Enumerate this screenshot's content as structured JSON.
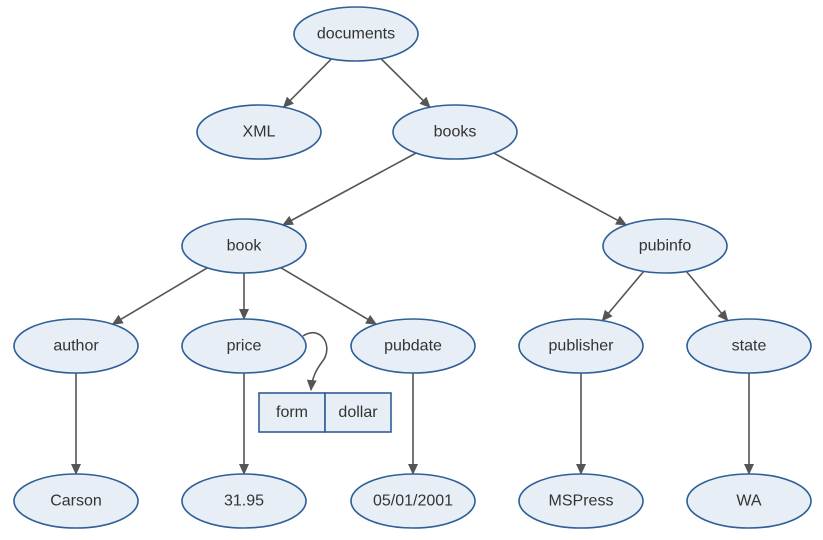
{
  "diagram": {
    "nodes": [
      {
        "id": "documents",
        "label": "documents"
      },
      {
        "id": "xml",
        "label": "XML"
      },
      {
        "id": "books",
        "label": "books"
      },
      {
        "id": "book",
        "label": "book"
      },
      {
        "id": "pubinfo",
        "label": "pubinfo"
      },
      {
        "id": "author",
        "label": "author"
      },
      {
        "id": "price",
        "label": "price"
      },
      {
        "id": "pubdate",
        "label": "pubdate"
      },
      {
        "id": "publisher",
        "label": "publisher"
      },
      {
        "id": "state",
        "label": "state"
      },
      {
        "id": "carson",
        "label": "Carson"
      },
      {
        "id": "price_value",
        "label": "31.95"
      },
      {
        "id": "date_value",
        "label": "05/01/2001"
      },
      {
        "id": "mspress",
        "label": "MSPress"
      },
      {
        "id": "wa",
        "label": "WA"
      }
    ],
    "edges": [
      {
        "from": "documents",
        "to": "xml"
      },
      {
        "from": "documents",
        "to": "books"
      },
      {
        "from": "books",
        "to": "book"
      },
      {
        "from": "books",
        "to": "pubinfo"
      },
      {
        "from": "book",
        "to": "author"
      },
      {
        "from": "book",
        "to": "price"
      },
      {
        "from": "book",
        "to": "pubdate"
      },
      {
        "from": "pubinfo",
        "to": "publisher"
      },
      {
        "from": "pubinfo",
        "to": "state"
      },
      {
        "from": "author",
        "to": "carson"
      },
      {
        "from": "price",
        "to": "price_value"
      },
      {
        "from": "pubdate",
        "to": "date_value"
      },
      {
        "from": "publisher",
        "to": "mspress"
      },
      {
        "from": "state",
        "to": "wa"
      }
    ],
    "attribute": {
      "owner": "price",
      "name": "form",
      "value": "dollar"
    },
    "colors": {
      "node_fill": "#e8eef6",
      "node_stroke": "#2e5f96",
      "edge": "#555555",
      "text": "#333333"
    }
  }
}
